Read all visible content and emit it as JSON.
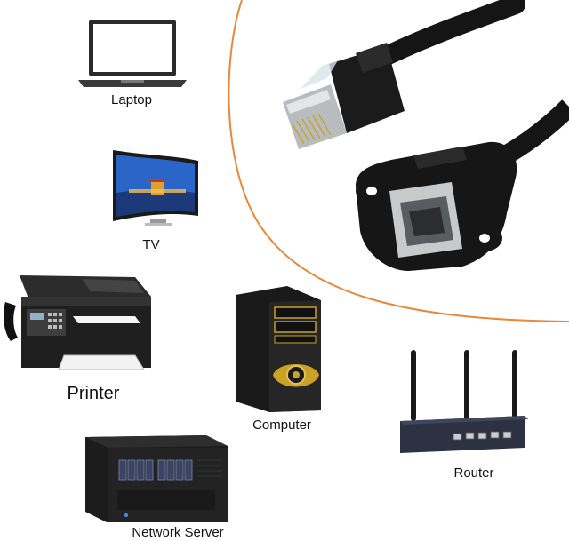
{
  "devices": {
    "laptop": {
      "label": "Laptop"
    },
    "tv": {
      "label": "TV"
    },
    "printer": {
      "label": "Printer"
    },
    "computer": {
      "label": "Computer"
    },
    "router": {
      "label": "Router"
    },
    "server": {
      "label": "Network Server"
    }
  },
  "colors": {
    "accent_outline": "#e8883a",
    "cable": "#151515",
    "gold_trim": "#c9a227"
  }
}
